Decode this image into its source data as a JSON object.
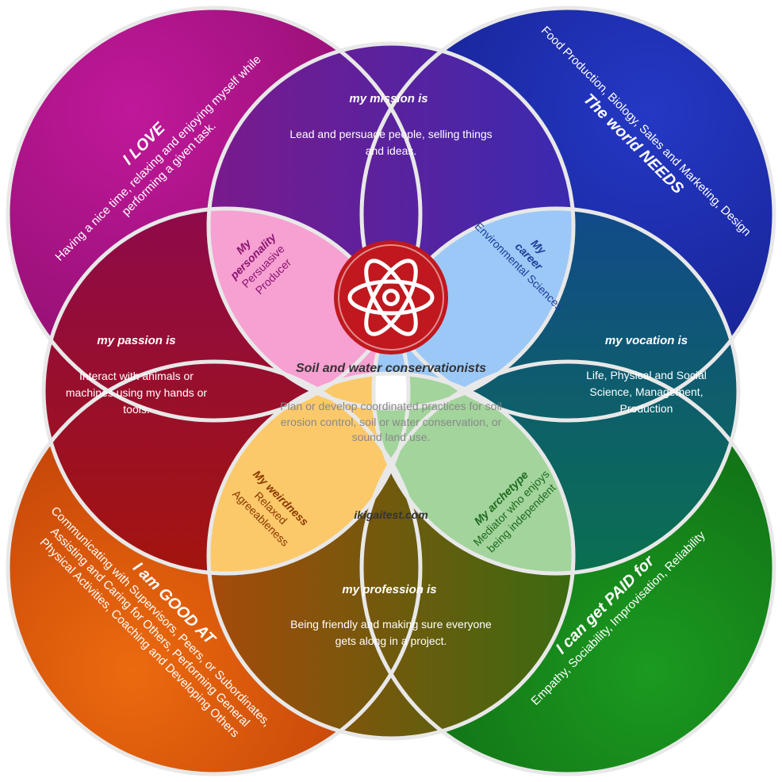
{
  "center": {
    "title": "Soil and water conservationists",
    "desc_lines": [
      "Plan or develop coordinated practices for soil",
      "erosion control, soil or water conservation, or",
      "sound land use."
    ],
    "site": "ikigaitest.com",
    "logo_icon": "atom-icon"
  },
  "love": {
    "title": "I LOVE",
    "lines": [
      "Having a nice time, relaxing and enjoying myself while",
      "performing a given task."
    ]
  },
  "world_needs": {
    "title": "The world NEEDS",
    "lines": [
      "Food Production, Biology, Sales and Marketing, Design"
    ]
  },
  "good_at": {
    "title": "I am GOOD AT",
    "lines": [
      "Communicating with Supervisors, Peers, or Subordinates,",
      "Assisting and Caring for Others, Performing General",
      "Physical Activities, Coaching and Developing Others"
    ]
  },
  "paid_for": {
    "title": "I can get PAID for",
    "lines": [
      "Empathy, Sociability, Improvisation, Reliability"
    ]
  },
  "mission": {
    "title": "my mission is",
    "lines": [
      "Lead and persuade people, selling things",
      "and ideas."
    ]
  },
  "passion": {
    "title": "my passion is",
    "lines": [
      "Interact with animals or",
      "machines using my hands or",
      "tools."
    ]
  },
  "vocation": {
    "title": "my vocation is",
    "lines": [
      "Life, Physical and Social",
      "Science, Management,",
      "Production"
    ]
  },
  "profession": {
    "title": "my profession is",
    "lines": [
      "Being friendly and making sure everyone",
      "gets along in a project."
    ]
  },
  "personality": {
    "title_lines": [
      "My",
      "personality"
    ],
    "lines": [
      "Persuasive",
      "Producer"
    ]
  },
  "career": {
    "title_lines": [
      "My",
      "career"
    ],
    "lines": [
      "Environmental Sciences"
    ]
  },
  "weirdness": {
    "title": "My weirdness",
    "lines": [
      "Relaxed",
      "Agreeableness"
    ]
  },
  "archetype": {
    "title": "My archetype",
    "lines": [
      "Mediator who enjoys",
      "being independent"
    ]
  },
  "colors": {
    "love": "#a0127f",
    "world_needs": "#1d2aa8",
    "good_at": "#d2500a",
    "paid_for": "#137a18",
    "mission": "#5c2494",
    "passion": "#8a0a2a",
    "vocation": "#0f5e6e",
    "profession": "#8a6a10",
    "personality": "#f7a0d2",
    "career": "#9cc8f7",
    "weirdness": "#fcc96a",
    "archetype": "#a2d49c",
    "personality_text": "#8a1470",
    "career_text": "#1d3c98",
    "weirdness_text": "#8a3800",
    "archetype_text": "#1e6a1e",
    "logo": "#c0181e"
  }
}
